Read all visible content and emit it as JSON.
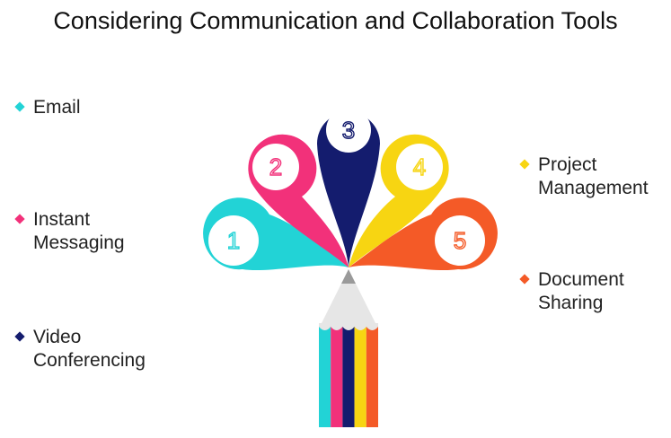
{
  "title": "Considering Communication and Collaboration Tools",
  "items": [
    {
      "number": "1",
      "label": "Email",
      "color": "#22d3d6"
    },
    {
      "number": "2",
      "label": "Instant\nMessaging",
      "color": "#f2317a"
    },
    {
      "number": "3",
      "label": "Video\nConferencing",
      "color": "#141c6e"
    },
    {
      "number": "4",
      "label": "Project\nManagement",
      "color": "#f7d512"
    },
    {
      "number": "5",
      "label": "Document\nSharing",
      "color": "#f45a27"
    }
  ]
}
